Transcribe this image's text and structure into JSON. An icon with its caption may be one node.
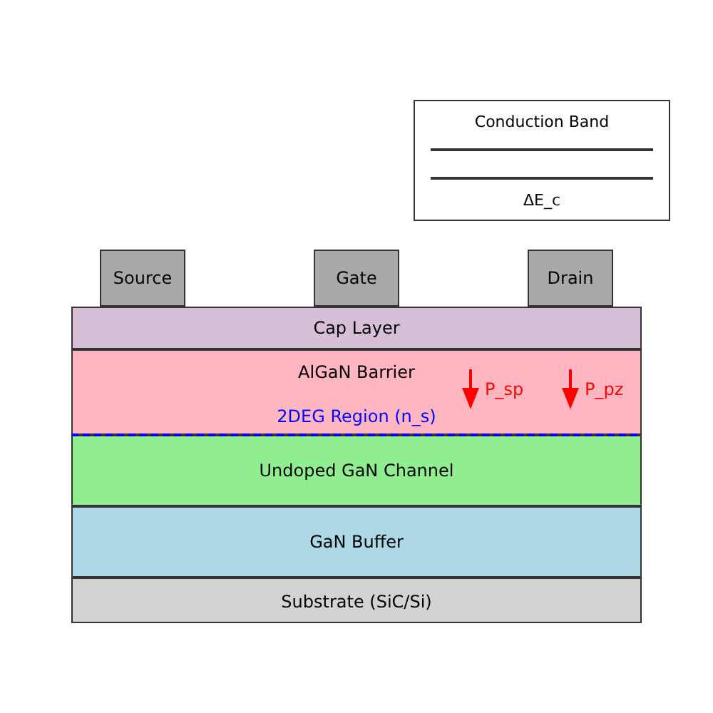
{
  "diagram": {
    "nodes": [
      {
        "text": [
          "Conduction Band",
          "ΔE_c"
        ]
      },
      {
        "text": [
          "Source"
        ]
      },
      {
        "text": [
          "Gate"
        ]
      },
      {
        "text": [
          "Drain"
        ]
      },
      {
        "text": [
          "Cap Layer"
        ]
      },
      {
        "text": [
          "AlGaN Barrier"
        ]
      },
      {
        "text": [
          "Undoped GaN Channel"
        ]
      },
      {
        "text": [
          "GaN Buffer"
        ]
      },
      {
        "text": [
          "Substrate (SiC/Si)"
        ]
      }
    ],
    "labels": [
      "P_sp",
      "P_pz",
      "2DEG Region (n_s)"
    ]
  }
}
